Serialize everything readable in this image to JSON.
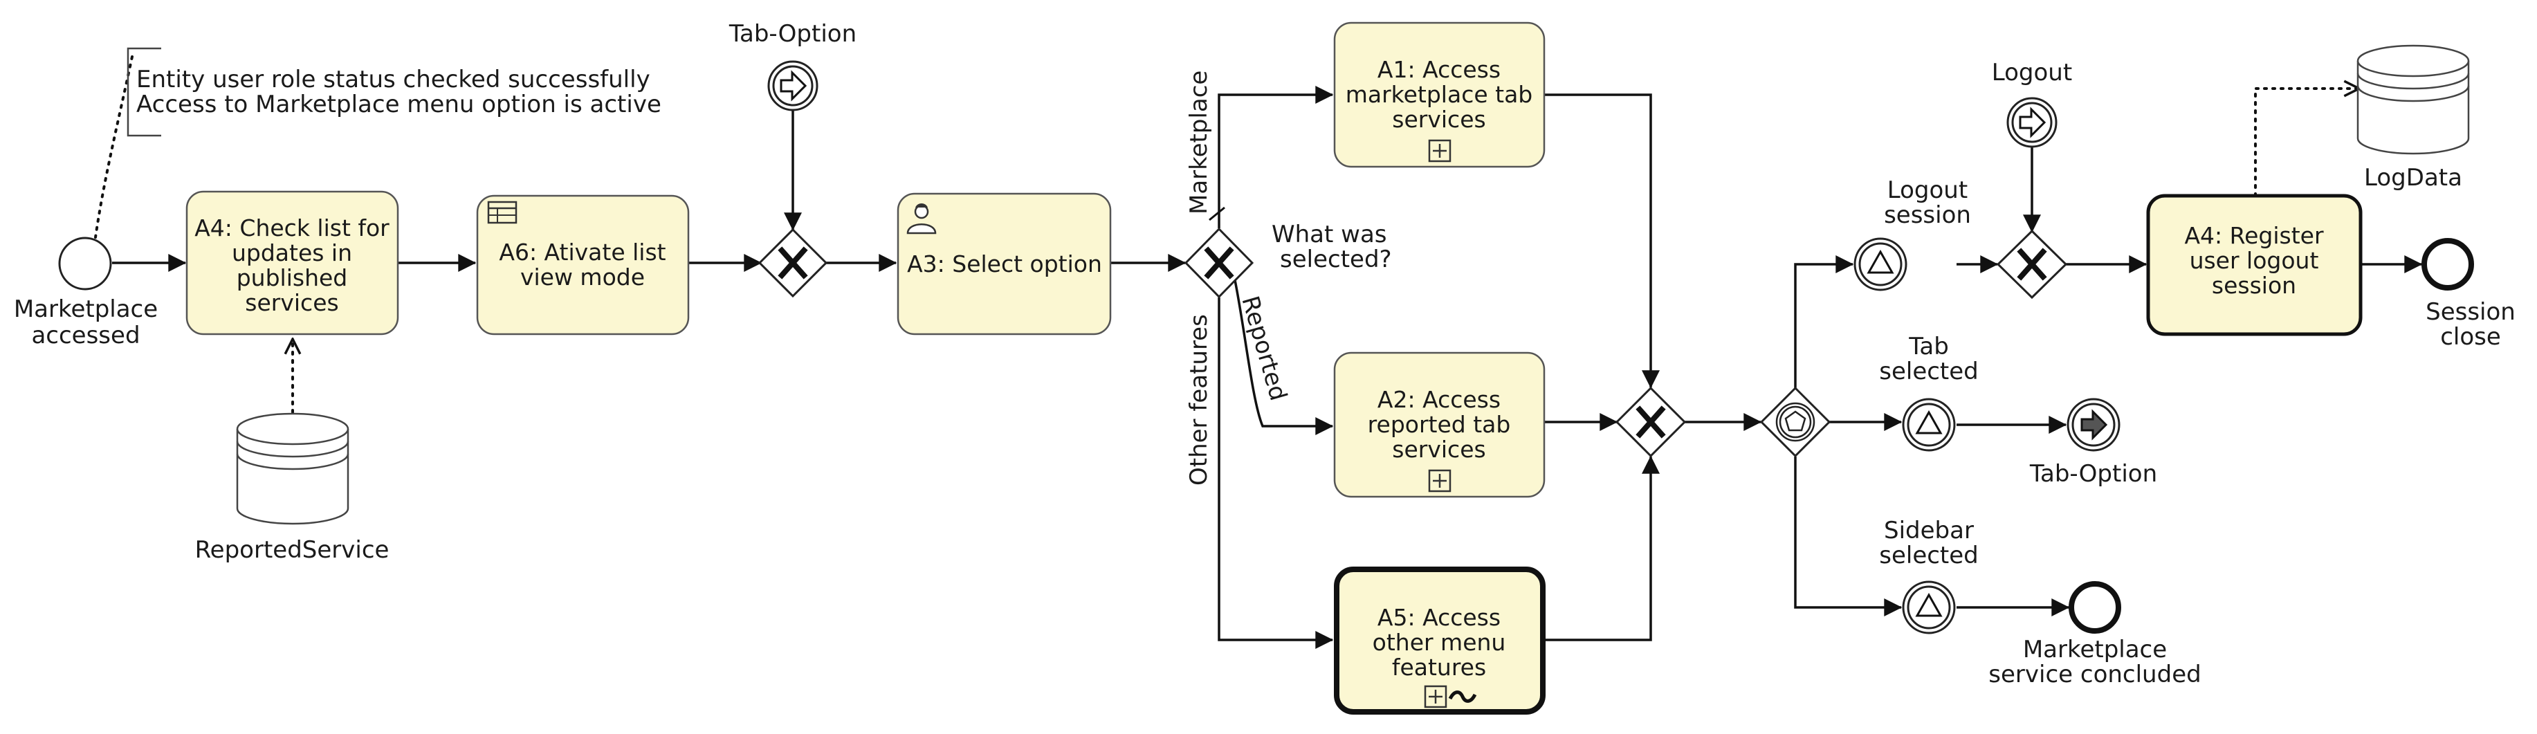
{
  "annotation": {
    "line1": "Entity user role status checked successfully",
    "line2": "Access to Marketplace menu option is active"
  },
  "events": {
    "start": [
      "Marketplace",
      "accessed"
    ],
    "tab_option_top": "Tab-Option",
    "logout": "Logout",
    "logout_session": [
      "Logout",
      "session"
    ],
    "tab_selected": [
      "Tab",
      "selected"
    ],
    "sidebar_selected": [
      "Sidebar",
      "selected"
    ],
    "tab_option_end": "Tab-Option",
    "session_close": [
      "Session",
      "close"
    ],
    "marketplace_concluded": [
      "Marketplace",
      "service concluded"
    ]
  },
  "tasks": {
    "a4_check": [
      "A4: Check list for",
      "updates in",
      "published",
      "services"
    ],
    "a6_activate": [
      "A6: Ativate list",
      "view mode"
    ],
    "a3_select": [
      "A3: Select option"
    ],
    "a1_access": [
      "A1: Access",
      "marketplace tab",
      "services"
    ],
    "a2_access": [
      "A2: Access",
      "reported tab",
      "services"
    ],
    "a5_access": [
      "A5: Access",
      "other menu",
      "features"
    ],
    "a4_register": [
      "A4: Register",
      "user logout",
      "session"
    ]
  },
  "data_stores": {
    "reported_service": "ReportedService",
    "log_data": "LogData"
  },
  "gateways": {
    "question": [
      "What was",
      "selected?"
    ]
  },
  "flow_labels": {
    "marketplace": "Marketplace",
    "reported": "Reported",
    "other_features": "Other features"
  },
  "icons": {
    "signal": "arrow-signal-icon",
    "exclusive": "x-gateway-icon",
    "event_based": "pentagon-gateway-icon",
    "subprocess": "plus-marker-icon",
    "adhoc": "tilde-marker-icon",
    "user_task": "person-icon",
    "table_task": "table-icon"
  },
  "colors": {
    "task_fill": "#fbf7d2",
    "line": "#111111"
  }
}
